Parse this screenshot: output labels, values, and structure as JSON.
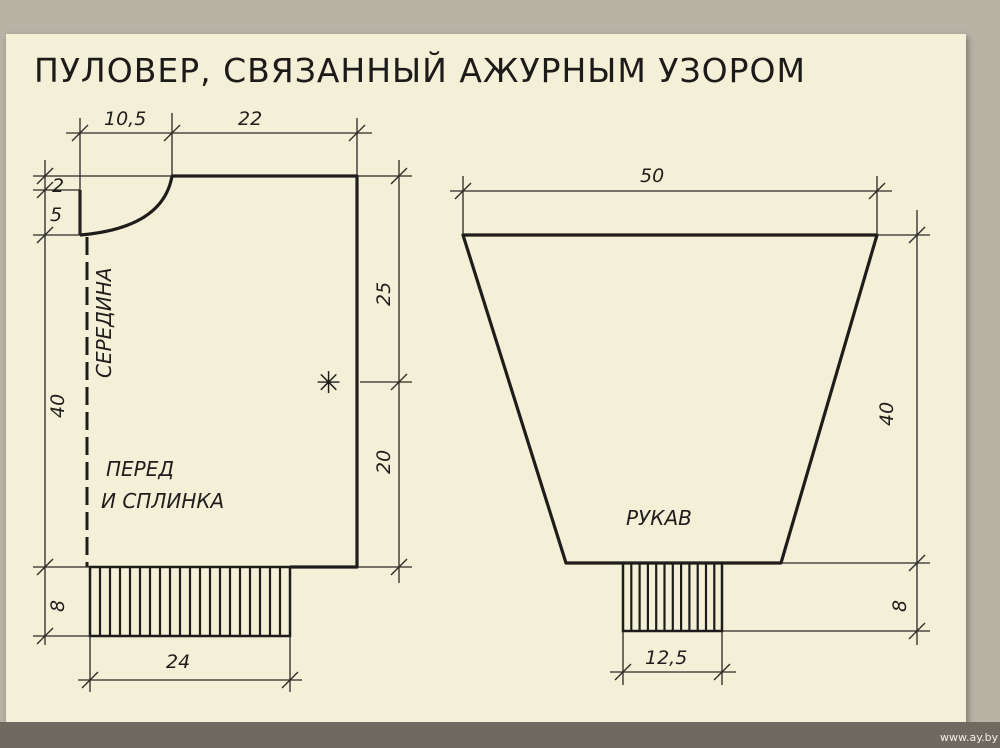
{
  "title": "ПУЛОВЕР, СВЯЗАННЫЙ АЖУРНЫМ УЗОРОМ",
  "body_piece": {
    "label_line1": "ПЕРЕД",
    "label_line2": "И СПЛИНКА",
    "center_label": "СЕРЕДИНА",
    "marker": "✳",
    "dims": {
      "neck_width": "10,5",
      "shoulder_width": "22",
      "neck_drop_small": "2",
      "neck_drop": "5",
      "total_height": "40",
      "armhole_height": "25",
      "side_height": "20",
      "rib_height": "8",
      "rib_width": "24"
    }
  },
  "sleeve_piece": {
    "label": "РУКАВ",
    "dims": {
      "top_width": "50",
      "height": "40",
      "cuff_height": "8",
      "cuff_width": "12,5"
    }
  },
  "watermark": "www.ay.by",
  "colors": {
    "paper": "#f4f0d8",
    "ink": "#1e1d1b",
    "background": "#b9b3a6"
  }
}
